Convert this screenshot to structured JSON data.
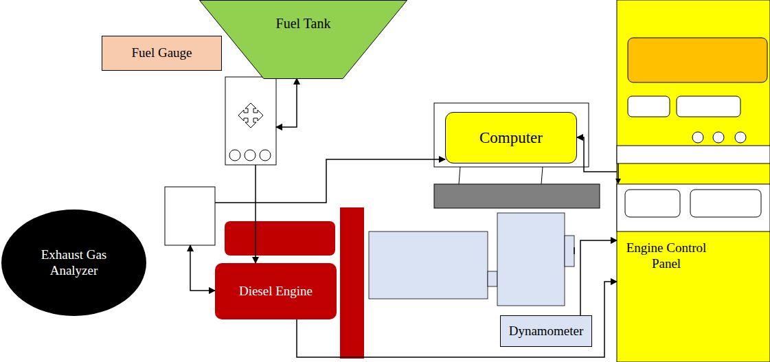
{
  "diagram": {
    "nodes": [
      {
        "text": [
          "Fuel Tank"
        ]
      },
      {
        "text": [
          "Fuel Gauge"
        ]
      },
      {
        "text": [
          "Computer"
        ]
      },
      {
        "text": [
          "Exhaust Gas Analyzer"
        ]
      },
      {
        "text": [
          "Diesel Engine"
        ]
      },
      {
        "text": [
          "Dynamometer"
        ]
      },
      {
        "text": [
          "Engine Control Panel"
        ]
      }
    ],
    "edges": [
      {
        "from": 1,
        "to": 0,
        "arrow": "both"
      },
      {
        "from": 1,
        "to": 4,
        "arrow": "to"
      },
      {
        "from": 3,
        "to": 2,
        "arrow": "to"
      },
      {
        "from": 3,
        "to": 4,
        "arrow": "both"
      },
      {
        "from": 5,
        "to": 6,
        "arrow": "to"
      },
      {
        "from": 6,
        "to": 2,
        "arrow": "to"
      },
      {
        "from": 4,
        "to": 6,
        "arrow": "to"
      }
    ]
  }
}
